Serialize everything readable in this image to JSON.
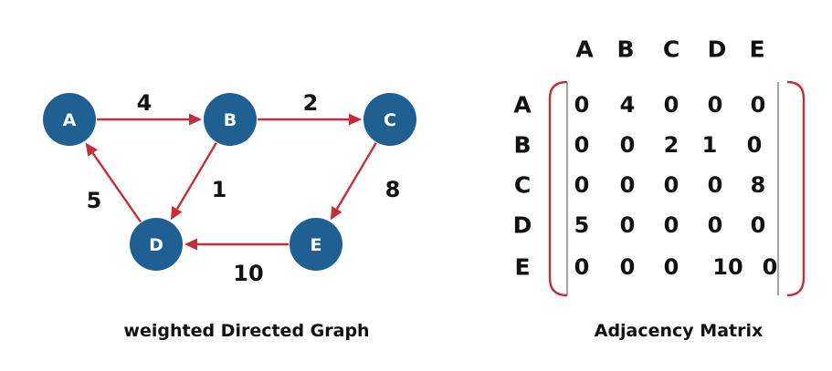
{
  "graph": {
    "caption": "weighted Directed Graph",
    "nodes": [
      {
        "id": "A",
        "label": "A"
      },
      {
        "id": "B",
        "label": "B"
      },
      {
        "id": "C",
        "label": "C"
      },
      {
        "id": "D",
        "label": "D"
      },
      {
        "id": "E",
        "label": "E"
      }
    ],
    "edges": [
      {
        "from": "A",
        "to": "B",
        "weight": "4"
      },
      {
        "from": "B",
        "to": "C",
        "weight": "2"
      },
      {
        "from": "B",
        "to": "D",
        "weight": "1"
      },
      {
        "from": "C",
        "to": "E",
        "weight": "8"
      },
      {
        "from": "D",
        "to": "A",
        "weight": "5"
      },
      {
        "from": "E",
        "to": "D",
        "weight": "10"
      }
    ]
  },
  "matrix": {
    "caption": "Adjacency Matrix",
    "col_headers": [
      "A",
      "B",
      "C",
      "D",
      "E"
    ],
    "row_headers": [
      "A",
      "B",
      "C",
      "D",
      "E"
    ],
    "rows": [
      [
        "0",
        "4",
        "0",
        "0",
        "0"
      ],
      [
        "0",
        "0",
        "2",
        "1",
        "0"
      ],
      [
        "0",
        "0",
        "0",
        "0",
        "8"
      ],
      [
        "5",
        "0",
        "0",
        "0",
        "0"
      ],
      [
        "0",
        "0",
        "0",
        "10",
        "0"
      ]
    ]
  },
  "colors": {
    "node_fill": "#1f5f91",
    "edge": "#c0303b",
    "text": "#111111"
  }
}
